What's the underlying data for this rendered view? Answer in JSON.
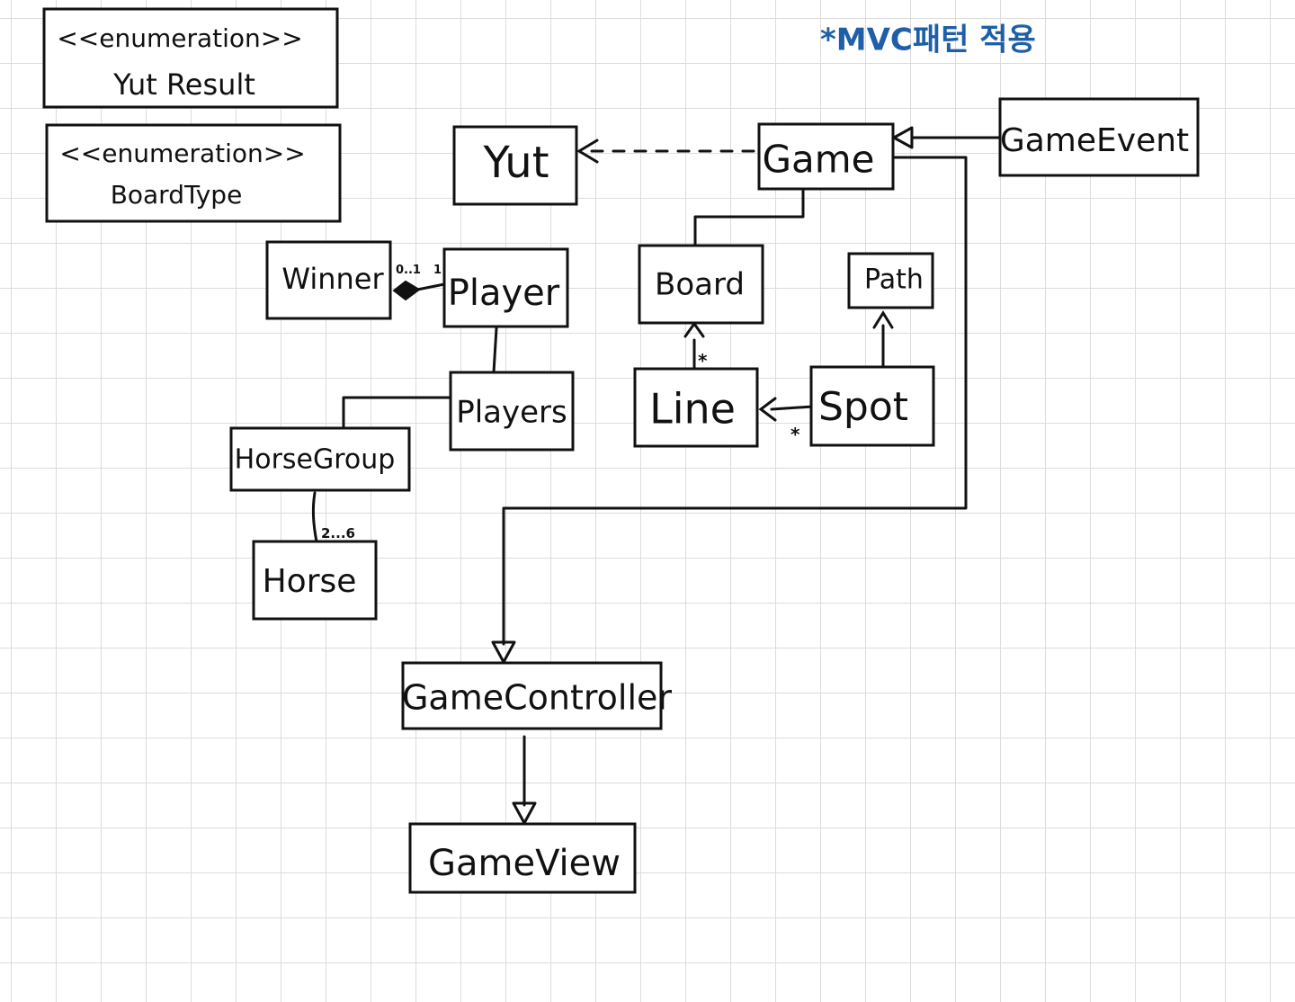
{
  "colors": {
    "ink": "#111111",
    "note": "#1f5fa8",
    "grid": "#dcdcdc"
  },
  "note": "*MVC패턴 적용",
  "classes": {
    "yut_result": {
      "stereotype": "<<enumeration>>",
      "name": "Yut Result"
    },
    "board_type": {
      "stereotype": "<<enumeration>>",
      "name": "BoardType"
    },
    "yut": "Yut",
    "game": "Game",
    "game_event": "GameEvent",
    "winner": "Winner",
    "player": "Player",
    "players": "Players",
    "board": "Board",
    "path": "Path",
    "line": "Line",
    "spot": "Spot",
    "horse_group": "HorseGroup",
    "horse": "Horse",
    "game_controller": "GameController",
    "game_view": "GameView"
  },
  "multiplicities": {
    "winner_side": "0..1",
    "player_side": "1",
    "line_to_board": "*",
    "spot_to_line": "*",
    "horse_group_to_horse": "2...6"
  }
}
